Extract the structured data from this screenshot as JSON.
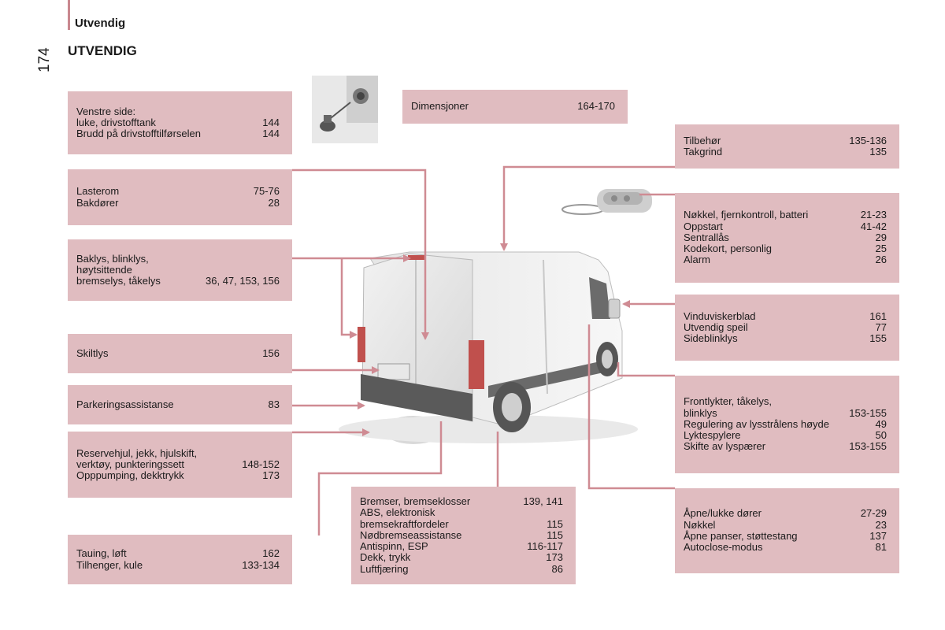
{
  "header": {
    "section": "Utvendig",
    "page_number": "174",
    "title": "UTVENDIG"
  },
  "colors": {
    "box": "#e0bcc0",
    "line": "#cf8b93",
    "accent": "#c9888f"
  },
  "boxes": [
    {
      "id": "venstre-side",
      "rows": [
        {
          "label": "Venstre side:",
          "page": ""
        },
        {
          "label": "luke, drivstofftank",
          "page": "144"
        },
        {
          "label": "Brudd på drivstofftilførselen",
          "page": "144"
        }
      ]
    },
    {
      "id": "lasterom",
      "rows": [
        {
          "label": "Lasterom",
          "page": "75-76"
        },
        {
          "label": "Bakdører",
          "page": "28"
        }
      ]
    },
    {
      "id": "baklys",
      "rows": [
        {
          "label": "Baklys, blinklys,",
          "page": ""
        },
        {
          "label": "høytsittende",
          "page": ""
        },
        {
          "label": "bremselys, tåkelys",
          "page": "36, 47, 153, 156"
        }
      ]
    },
    {
      "id": "skiltlys",
      "rows": [
        {
          "label": "Skiltlys",
          "page": "156"
        }
      ]
    },
    {
      "id": "parkeringsassistanse",
      "rows": [
        {
          "label": "Parkeringsassistanse",
          "page": "83"
        }
      ]
    },
    {
      "id": "reservehjul",
      "rows": [
        {
          "label": "Reservehjul, jekk, hjulskift,",
          "page": ""
        },
        {
          "label": "verktøy, punkteringssett",
          "page": "148-152"
        },
        {
          "label": "Opppumping, dekktrykk",
          "page": "173"
        }
      ]
    },
    {
      "id": "tauing",
      "rows": [
        {
          "label": "Tauing, løft",
          "page": "162"
        },
        {
          "label": "Tilhenger, kule",
          "page": "133-134"
        }
      ]
    },
    {
      "id": "bremser",
      "rows": [
        {
          "label": "Bremser, bremseklosser",
          "page": "139, 141"
        },
        {
          "label": "ABS, elektronisk",
          "page": ""
        },
        {
          "label": "bremsekraftfordeler",
          "page": "115"
        },
        {
          "label": "Nødbremseassistanse",
          "page": "115"
        },
        {
          "label": "Antispinn, ESP",
          "page": "116-117"
        },
        {
          "label": "Dekk, trykk",
          "page": "173"
        },
        {
          "label": "Luftfjæring",
          "page": "86"
        }
      ]
    },
    {
      "id": "dimensjoner",
      "rows": [
        {
          "label": "Dimensjoner",
          "page": "164-170"
        }
      ]
    },
    {
      "id": "tilbehor",
      "rows": [
        {
          "label": "Tilbehør",
          "page": "135-136"
        },
        {
          "label": "Takgrind",
          "page": "135"
        }
      ]
    },
    {
      "id": "nokkel",
      "rows": [
        {
          "label": "Nøkkel, fjernkontroll, batteri",
          "page": "21-23"
        },
        {
          "label": "Oppstart",
          "page": "41-42"
        },
        {
          "label": "Sentrallås",
          "page": "29"
        },
        {
          "label": "Kodekort, personlig",
          "page": "25"
        },
        {
          "label": "Alarm",
          "page": "26"
        }
      ]
    },
    {
      "id": "vindusvisker",
      "rows": [
        {
          "label": "Vinduviskerblad",
          "page": "161"
        },
        {
          "label": "Utvendig speil",
          "page": "77"
        },
        {
          "label": "Sideblinklys",
          "page": "155"
        }
      ]
    },
    {
      "id": "frontlykter",
      "rows": [
        {
          "label": "Frontlykter, tåkelys,",
          "page": ""
        },
        {
          "label": "blinklys",
          "page": "153-155"
        },
        {
          "label": "Regulering av lysstrålens høyde",
          "page": "49"
        },
        {
          "label": "Lyktespylere",
          "page": "50"
        },
        {
          "label": "Skifte av lyspærer",
          "page": "153-155"
        }
      ]
    },
    {
      "id": "dorer",
      "rows": [
        {
          "label": "Åpne/lukke dører",
          "page": "27-29"
        },
        {
          "label": "Nøkkel",
          "page": "23"
        },
        {
          "label": "Åpne panser, støttestang",
          "page": "137"
        },
        {
          "label": "Autoclose-modus",
          "page": "81"
        }
      ]
    }
  ]
}
